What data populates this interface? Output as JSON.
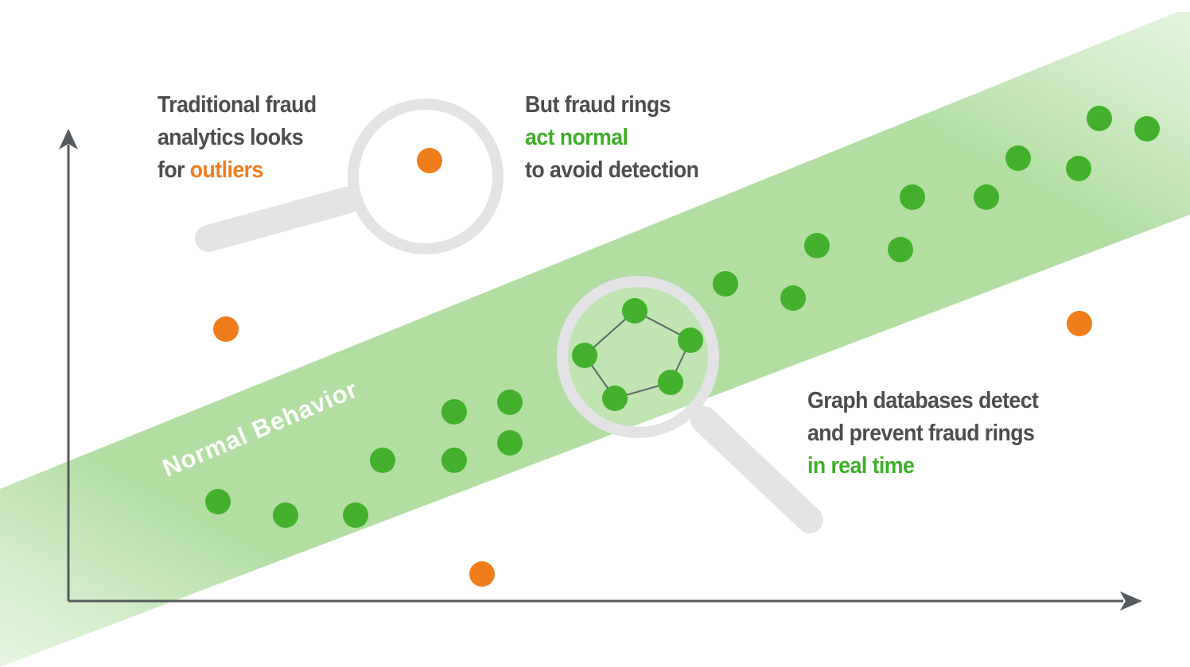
{
  "band_label": "Normal Behavior",
  "captions": {
    "outliers": {
      "line1": "Traditional fraud",
      "line2": "analytics looks",
      "line3_prefix": "for ",
      "line3_highlight": "outliers"
    },
    "act_normal": {
      "line1": "But fraud rings",
      "line2_highlight": "act normal",
      "line3": "to avoid detection"
    },
    "graph": {
      "line1": "Graph databases detect",
      "line2": "and prevent fraud rings",
      "line3_highlight": "in real time"
    }
  },
  "colors": {
    "normal_point": "#44b02d",
    "outlier_point": "#f07d1c",
    "band": "#b3dfa3",
    "axis": "#555a5e",
    "magnifier": "#e3e3e5",
    "text": "#4d4d4d"
  },
  "legend_semantics": {
    "green_dots": "normal behavior data points (fraud rings blend in)",
    "orange_dots": "outliers",
    "ring": "five connected points inside the magnifier"
  }
}
